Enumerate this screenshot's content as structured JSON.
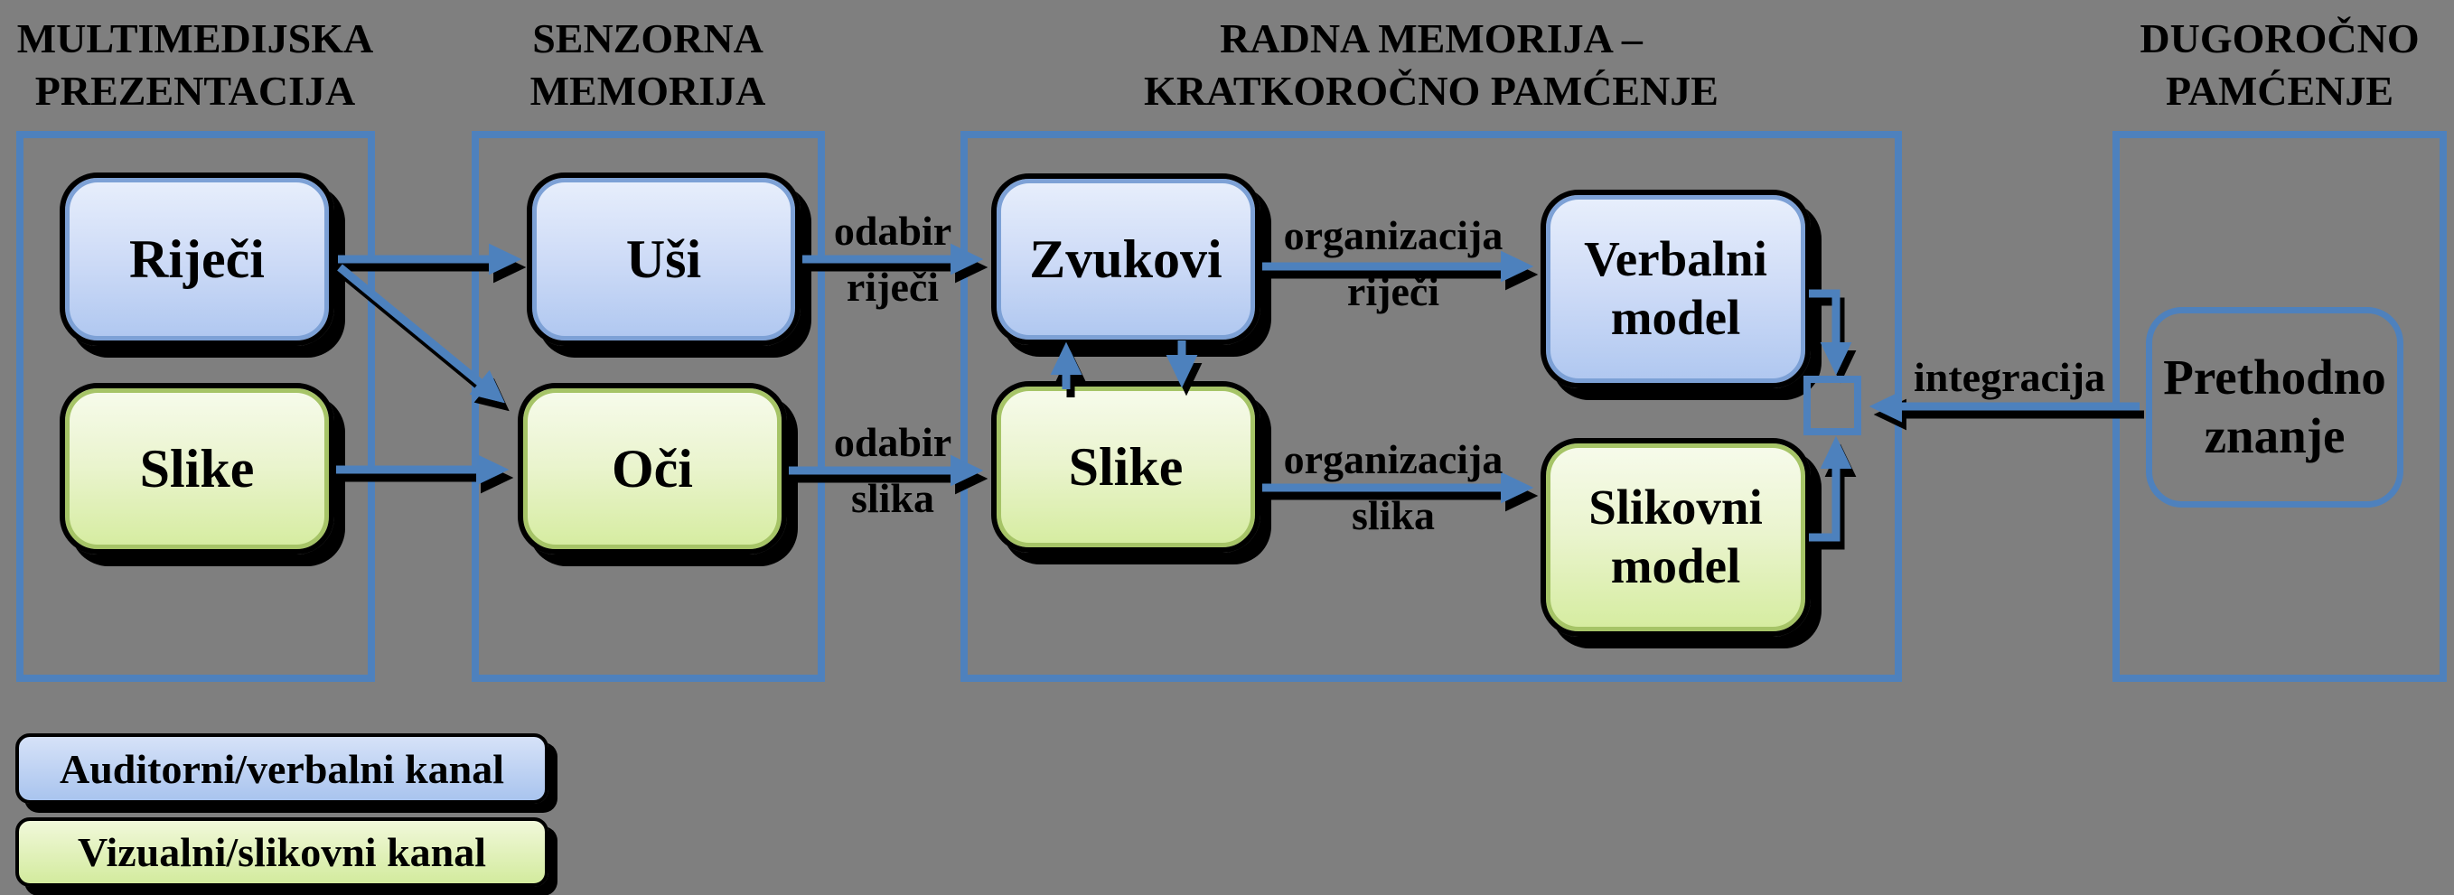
{
  "colors": {
    "background": "#7F7F7F",
    "accent_blue": "#4E81BD",
    "auditory_fill_top": "#E8EFFC",
    "auditory_fill_bottom": "#AFC7F0",
    "visual_fill_top": "#F7FBEC",
    "visual_fill_bottom": "#D5EC9F",
    "outline_black": "#000000"
  },
  "columns": [
    {
      "id": "multimedia",
      "title_lines": [
        "MULTIMEDIJSKA",
        "PREZENTACIJA"
      ]
    },
    {
      "id": "sensory",
      "title_lines": [
        "SENZORNA",
        "MEMORIJA"
      ]
    },
    {
      "id": "working",
      "title_lines": [
        "RADNA MEMORIJA –",
        "KRATKOROČNO PAMĆENJE"
      ]
    },
    {
      "id": "longterm",
      "title_lines": [
        "DUGOROČNO",
        "PAMĆENJE"
      ]
    }
  ],
  "nodes": [
    {
      "id": "rijeci",
      "lines": [
        "Riječi"
      ],
      "channel": "auditory"
    },
    {
      "id": "slike-input",
      "lines": [
        "Slike"
      ],
      "channel": "visual"
    },
    {
      "id": "usi",
      "lines": [
        "Uši"
      ],
      "channel": "auditory"
    },
    {
      "id": "oci",
      "lines": [
        "Oči"
      ],
      "channel": "visual"
    },
    {
      "id": "zvukovi",
      "lines": [
        "Zvukovi"
      ],
      "channel": "auditory"
    },
    {
      "id": "slike-working",
      "lines": [
        "Slike"
      ],
      "channel": "visual"
    },
    {
      "id": "verbalni-model",
      "lines": [
        "Verbalni",
        "model"
      ],
      "channel": "auditory"
    },
    {
      "id": "slikovni-model",
      "lines": [
        "Slikovni",
        "model"
      ],
      "channel": "visual"
    },
    {
      "id": "prethodno-znanje",
      "lines": [
        "Prethodno",
        "znanje"
      ],
      "channel": "longterm"
    }
  ],
  "edge_labels": {
    "odabir_rijeci": {
      "lines": [
        "odabir",
        "riječi"
      ]
    },
    "odabir_slika": {
      "lines": [
        "odabir",
        "slika"
      ]
    },
    "organizacija_rijeci": {
      "lines": [
        "organizacija",
        "riječi"
      ]
    },
    "organizacija_slika": {
      "lines": [
        "organizacija",
        "slika"
      ]
    },
    "integracija": {
      "lines": [
        "integracija"
      ]
    }
  },
  "legend": [
    {
      "label": "Auditorni/verbalni kanal",
      "channel": "auditory"
    },
    {
      "label": "Vizualni/slikovni kanal",
      "channel": "visual"
    }
  ]
}
